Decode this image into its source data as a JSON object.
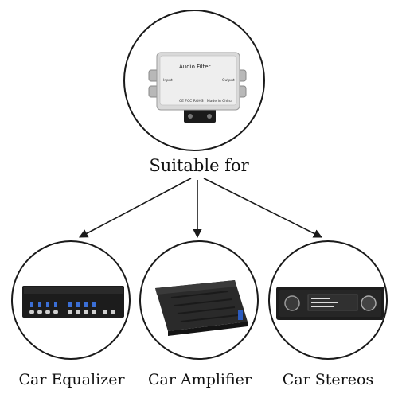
{
  "header": {
    "title": "Suitable for"
  },
  "product": {
    "label": "Audio Filter",
    "input_label": "Input",
    "output_label": "Output",
    "footer_text": "CE FCC ROHS  ·  Made in China"
  },
  "items": [
    {
      "label": "Car Equalizer"
    },
    {
      "label": "Car Amplifier"
    },
    {
      "label": "Car Stereos"
    }
  ],
  "colors": {
    "outline": "#1a1a1a",
    "arrow": "#1a1a1a",
    "text": "#111111"
  }
}
